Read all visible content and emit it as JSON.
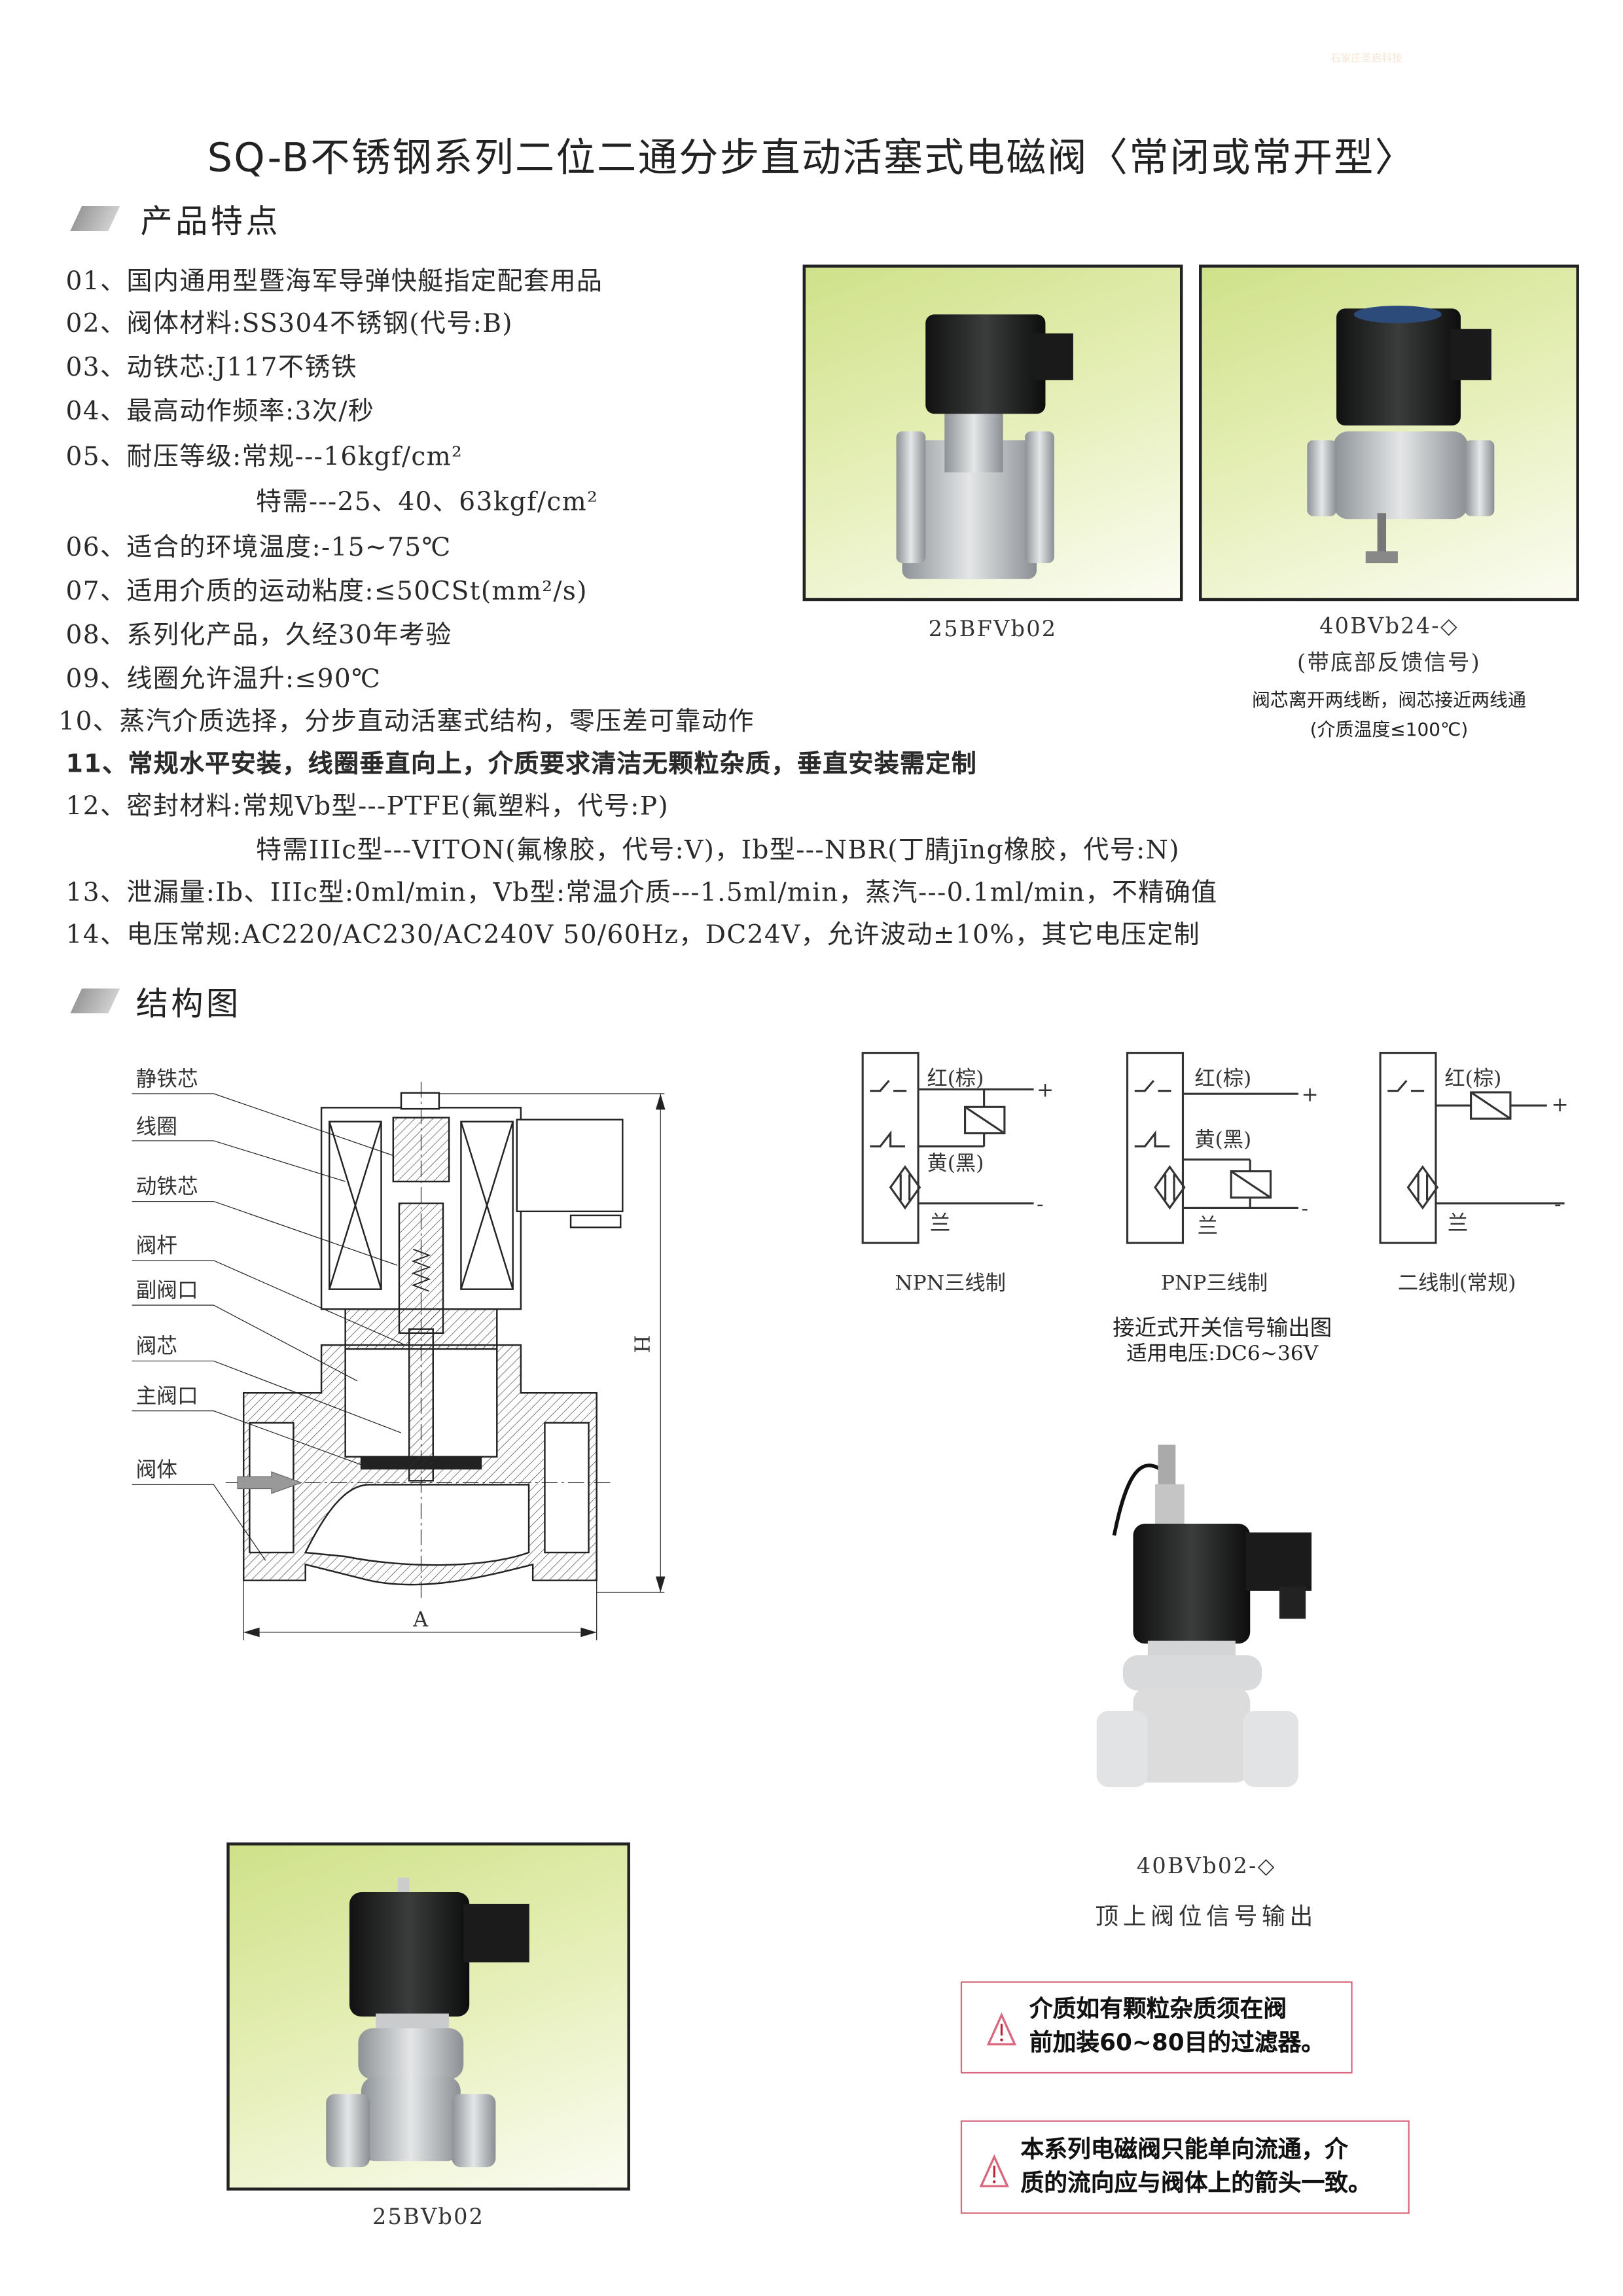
{
  "watermark": "石家庄圣启科技",
  "title": "SQ-B不锈钢系列二位二通分步直动活塞式电磁阀〈常闭或常开型〉",
  "sections": {
    "features": "产品特点",
    "structure": "结构图"
  },
  "features": [
    "01、国内通用型暨海军导弹快艇指定配套用品",
    "02、阀体材料:SS304不锈钢(代号:B)",
    "03、动铁芯:J117不锈铁",
    "04、最高动作频率:3次/秒",
    "05、耐压等级:常规---16kgf/cm²",
    "特需---25、40、63kgf/cm²",
    "06、适合的环境温度:-15~75℃",
    "07、适用介质的运动粘度:≤50CSt(mm²/s)",
    "08、系列化产品，久经30年考验",
    "09、线圈允许温升:≤90℃",
    "10、蒸汽介质选择，分步直动活塞式结构，零压差可靠动作",
    "11、常规水平安装，线圈垂直向上，介质要求清洁无颗粒杂质，垂直安装需定制",
    "12、密封材料:常规Vb型---PTFE(氟塑料，代号:P)",
    "特需IIIc型---VITON(氟橡胶，代号:V)，Ib型---NBR(丁腈jīng橡胶，代号:N)",
    "13、泄漏量:Ib、IIIc型:0ml/min，Vb型:常温介质---1.5ml/min，蒸汽---0.1ml/min，不精确值",
    "14、电压常规:AC220/AC230/AC240V  50/60Hz，DC24V，允许波动±10%，其它电压定制"
  ],
  "photos": {
    "p1_caption": "25BFVb02",
    "p2_caption": "40BVb24-◇",
    "p2_sub1": "(带底部反馈信号)",
    "p2_sub2": "阀芯离开两线断，阀芯接近两线通",
    "p2_sub3": "(介质温度≤100℃)",
    "p3_caption": "25BVb02",
    "p4_caption": "40BVb02-◇",
    "p4_sub": "顶上阀位信号输出"
  },
  "structure_labels": [
    "静铁芯",
    "线圈",
    "动铁芯",
    "阀杆",
    "副阀口",
    "阀芯",
    "主阀口",
    "阀体"
  ],
  "dimensions": {
    "width": "A",
    "height": "H"
  },
  "wiring": {
    "red": "红(棕)",
    "yellow": "黄(黑)",
    "blue": "兰",
    "plus": "+",
    "minus": "-",
    "npn": "NPN三线制",
    "pnp": "PNP三线制",
    "two_wire": "二线制(常规)",
    "title": "接近式开关信号输出图",
    "voltage": "适用电压:DC6~36V"
  },
  "warnings": [
    {
      "line1": "介质如有颗粒杂质须在阀",
      "line2": "前加装60~80目的过滤器。"
    },
    {
      "line1": "本系列电磁阀只能单向流通，介",
      "line2": "质的流向应与阀体上的箭头一致。"
    }
  ],
  "colors": {
    "warning_border": "#d9677e",
    "photo_bg": "#cfe189"
  }
}
